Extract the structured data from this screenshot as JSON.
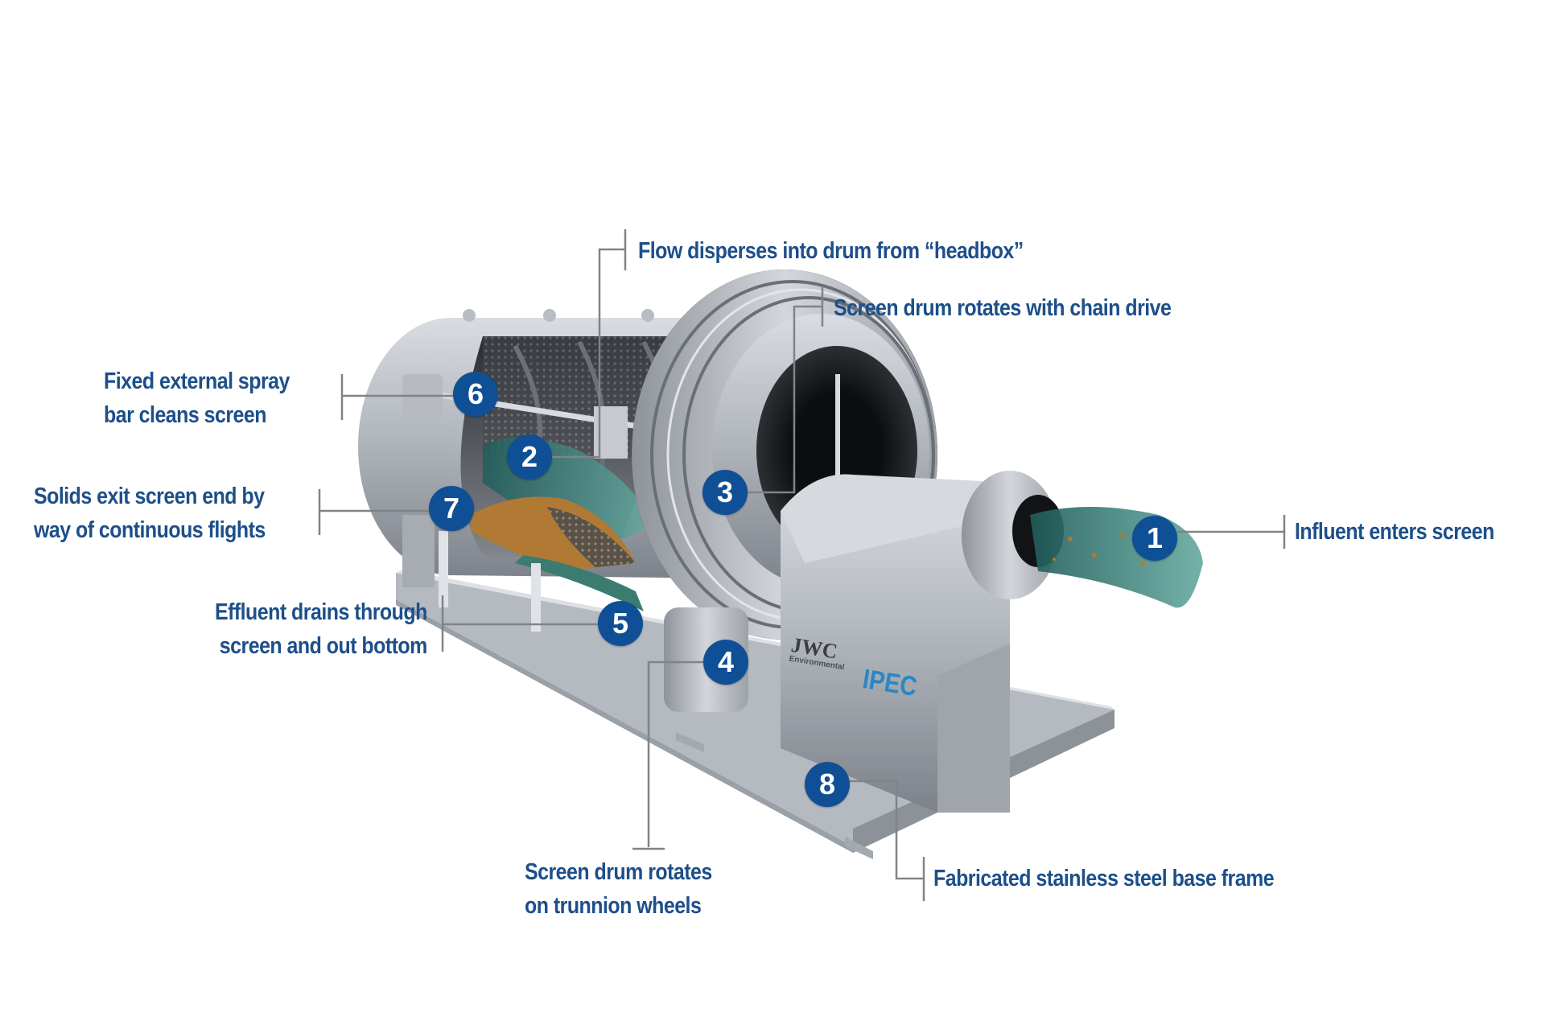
{
  "diagram": {
    "subject": "Drum screen (rotary drum fine screen) cutaway",
    "colors": {
      "label_text": "#1d4f8a",
      "badge_fill": "#0f4f95",
      "badge_text": "#ffffff",
      "leader_line": "#808489",
      "steel_light": "#c9cdd3",
      "steel_dark": "#7c8189",
      "water": "#4f9a92",
      "solids": "#b07a34",
      "background": "#ffffff"
    },
    "logos": {
      "jwc": "JWC",
      "jwc_sub": "Environmental",
      "ipec": "IPEC"
    },
    "callouts": [
      {
        "number": "1",
        "lines": [
          "Influent enters screen"
        ]
      },
      {
        "number": "2",
        "lines": [
          "Flow disperses into drum from “headbox”"
        ]
      },
      {
        "number": "3",
        "lines": [
          "Screen drum rotates with chain drive"
        ]
      },
      {
        "number": "4",
        "lines": [
          "Screen drum rotates",
          "on trunnion wheels"
        ]
      },
      {
        "number": "5",
        "lines": [
          "Effluent drains through",
          "screen and out bottom"
        ]
      },
      {
        "number": "6",
        "lines": [
          "Fixed external spray",
          "bar cleans screen"
        ]
      },
      {
        "number": "7",
        "lines": [
          "Solids exit screen end by",
          "way of continuous flights"
        ]
      },
      {
        "number": "8",
        "lines": [
          "Fabricated stainless steel base frame"
        ]
      }
    ]
  }
}
